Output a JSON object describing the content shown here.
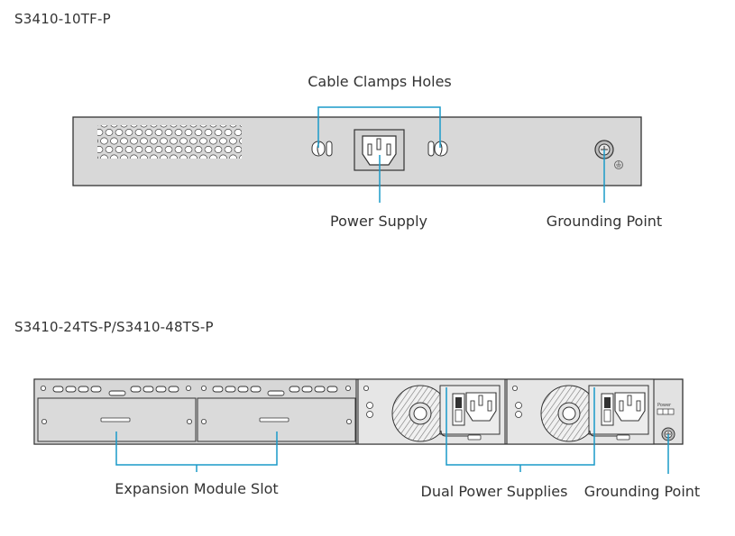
{
  "models": {
    "top": "S3410-10TF-P",
    "bottom": "S3410-24TS-P/S3410-48TS-P"
  },
  "callouts": {
    "cable_clamps": "Cable Clamps Holes",
    "power_supply": "Power Supply",
    "grounding_top": "Grounding Point",
    "expansion_slot": "Expansion Module Slot",
    "dual_power": "Dual Power Supplies",
    "grounding_bottom": "Grounding Point"
  },
  "psu_small_label": "Power",
  "colors": {
    "accent": "#1a9ac9",
    "panel": "#d8d8d8",
    "outline": "#333333"
  }
}
